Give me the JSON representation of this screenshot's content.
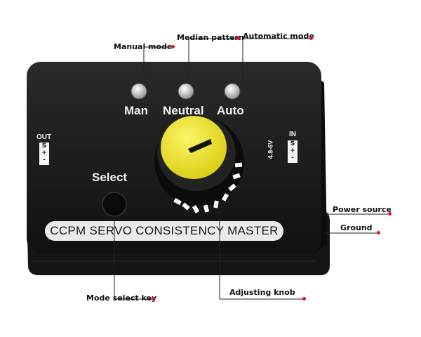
{
  "callouts": {
    "manual_mode": "Manual mode",
    "median_pattern": "Median pattern",
    "automatic_mode": "Automatic mode",
    "power_source": "Power source",
    "ground": "Ground",
    "mode_select_key": "Mode select key",
    "adjusting_knob": "Adjusting knob"
  },
  "device": {
    "led_labels": [
      "Man",
      "Neutral",
      "Auto"
    ],
    "select_label": "Select",
    "out_label": "OUT",
    "out_pins": [
      "S",
      "+",
      "-"
    ],
    "in_label": "IN",
    "in_pins": [
      "S",
      "+",
      "-"
    ],
    "voltage": "4.8-6V",
    "brand": "CCPM SERVO CONSISTENCY MASTER"
  },
  "colors": {
    "body": "#1b1b1b",
    "knob_cap": "#f2e81e",
    "callout_dot": "#e8112d"
  }
}
